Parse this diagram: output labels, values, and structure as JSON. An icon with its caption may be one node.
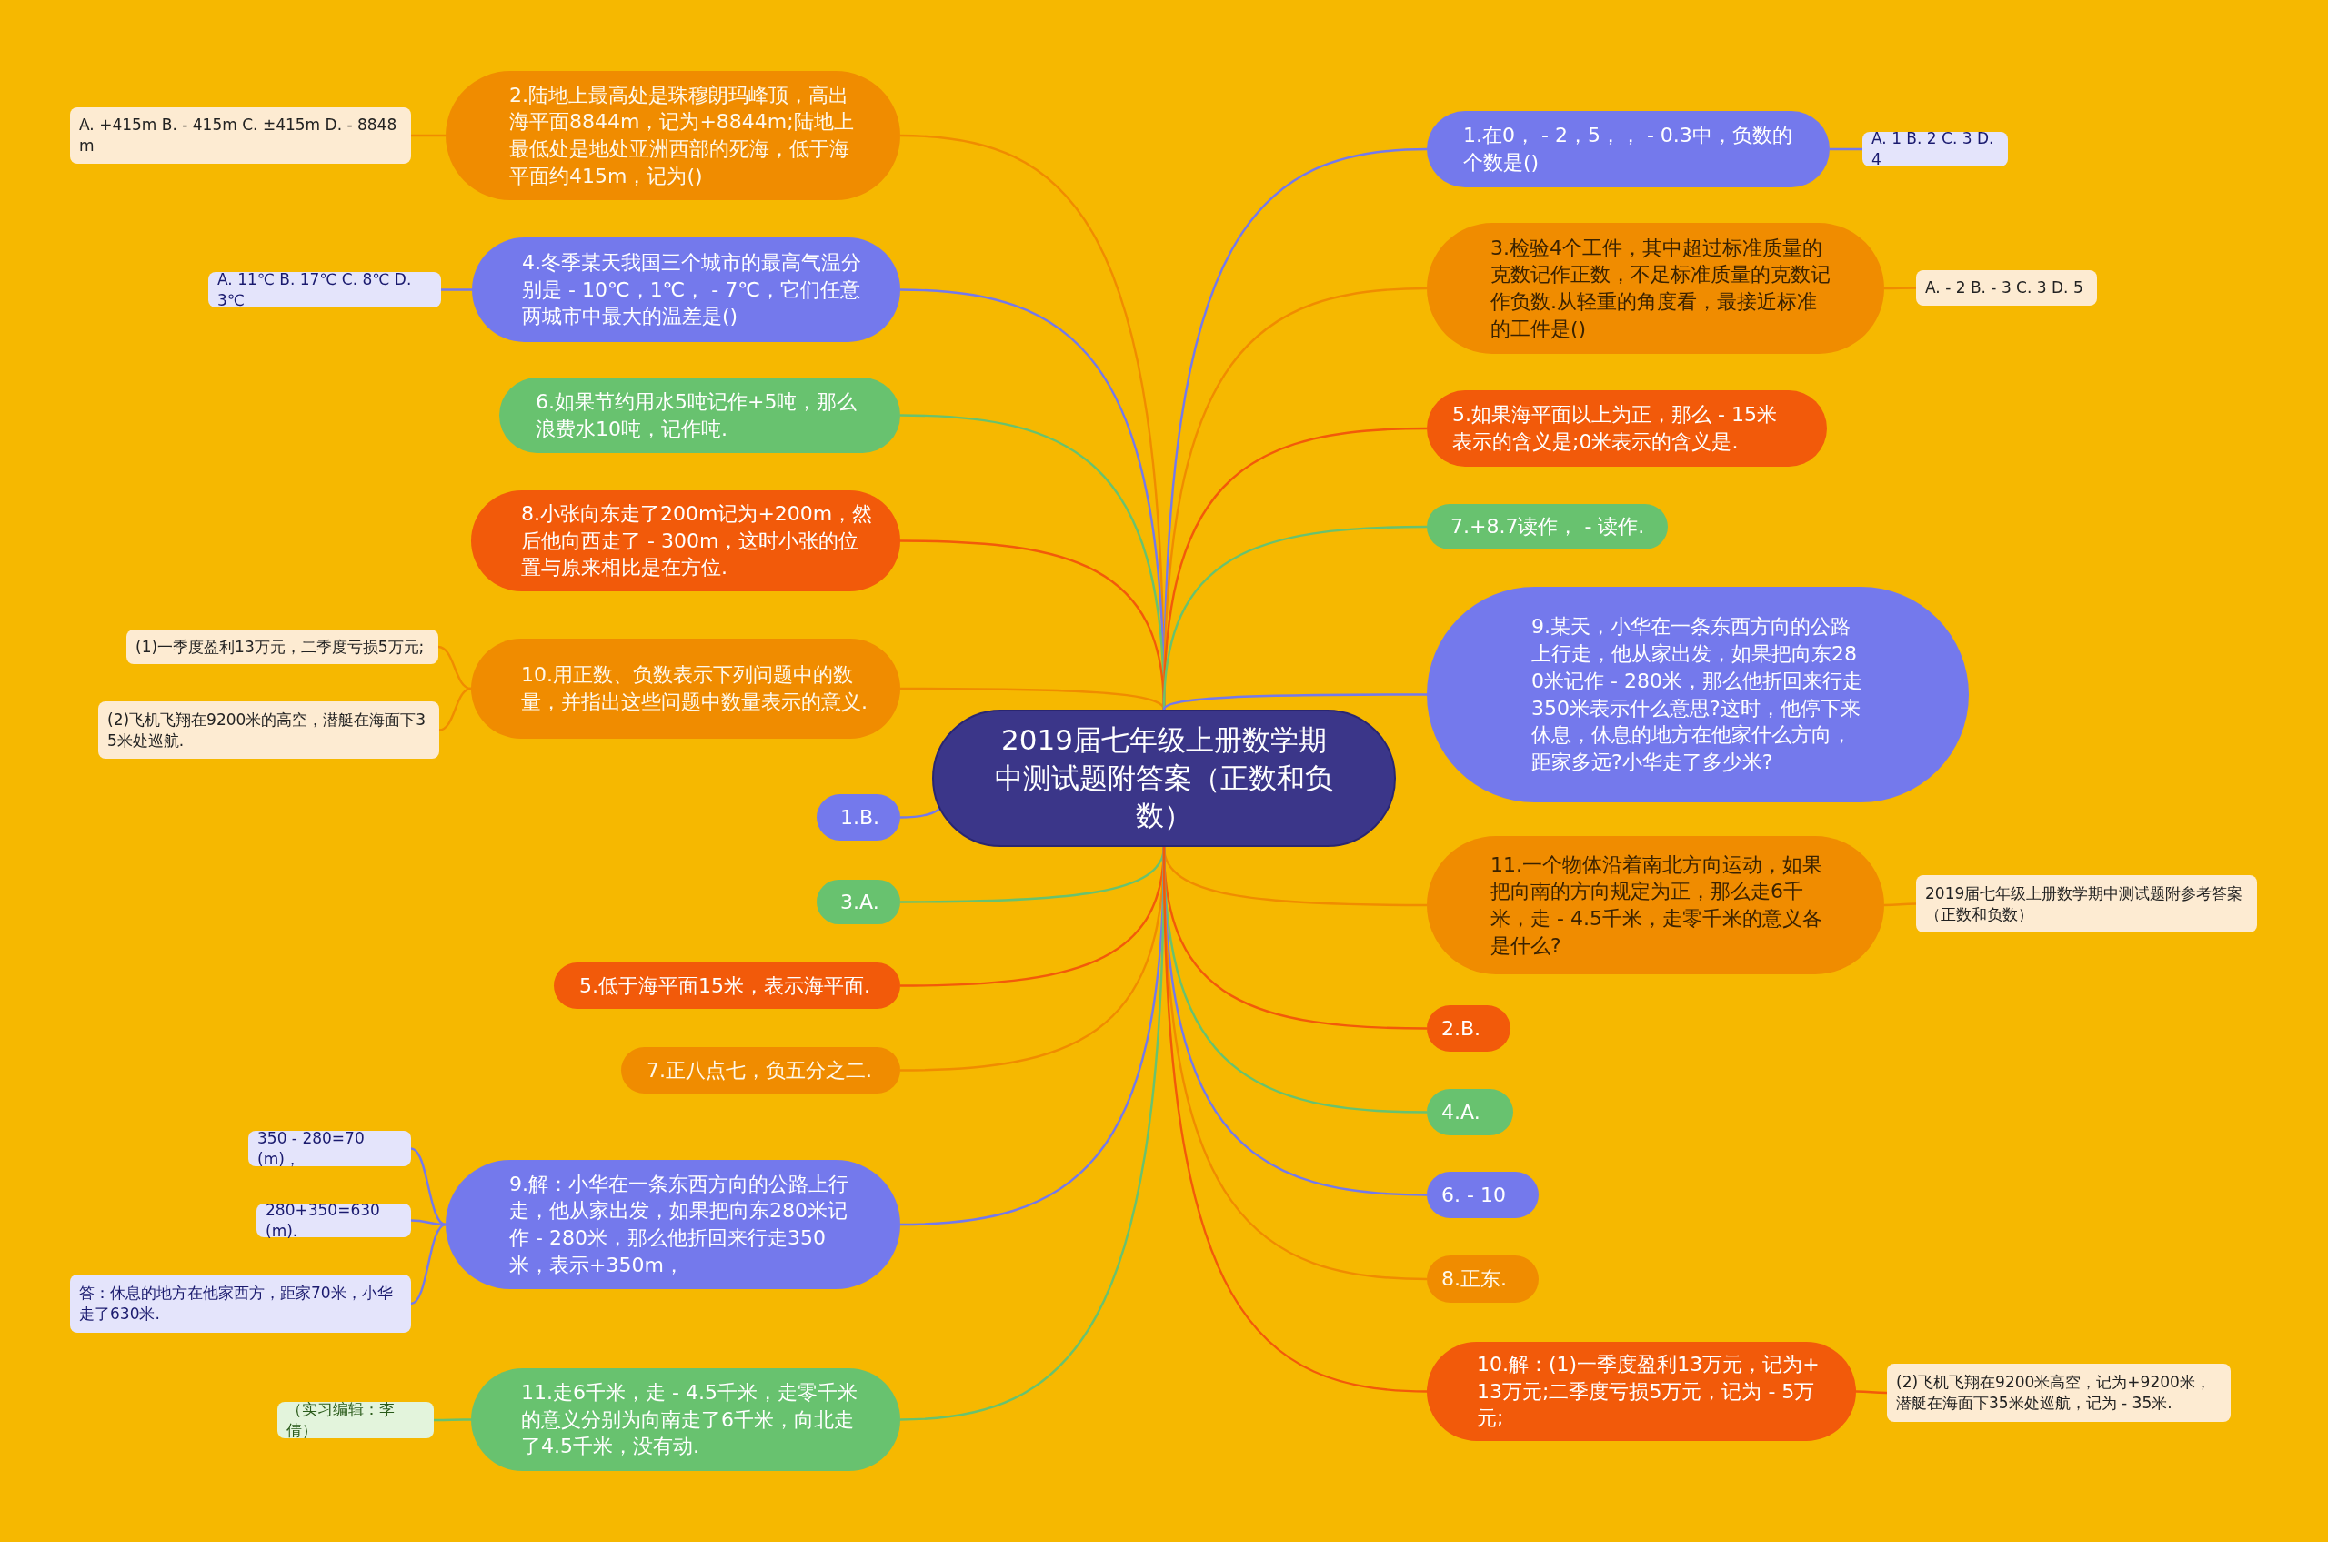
{
  "diagram": {
    "nodes": [
      {
        "text": [
          "2019届七年级上册数学期中测试题附答案（正数和负数）"
        ]
      },
      {
        "text": [
          "2.陆地上最高处是珠穆朗玛峰顶，高出海平面8844m，记为+8844m;陆地上最低处是地处亚洲西部的死海，低于海平面约415m，记为()"
        ]
      },
      {
        "text": [
          "A. +415m B.  - 415m C. ±415m D.  - 8848 m"
        ]
      },
      {
        "text": [
          "4.冬季某天我国三个城市的最高气温分别是 - 10℃，1℃，  - 7℃，它们任意两城市中最大的温差是()"
        ]
      },
      {
        "text": [
          "A. 11℃ B. 17℃ C. 8℃ D. 3℃"
        ]
      },
      {
        "text": [
          "6.如果节约用水5吨记作+5吨，那么浪费水10吨，记作吨."
        ]
      },
      {
        "text": [
          "8.小张向东走了200m记为+200m，然后他向西走了 - 300m，这时小张的位置与原来相比是在方位."
        ]
      },
      {
        "text": [
          "10.用正数、负数表示下列问题中的数量，并指出这些问题中数量表示的意义."
        ]
      },
      {
        "text": [
          "(1)一季度盈利13万元，二季度亏损5万元;"
        ]
      },
      {
        "text": [
          "(2)飞机飞翔在9200米的高空，潜艇在海面下35米处巡航."
        ]
      },
      {
        "text": [
          "1.B."
        ]
      },
      {
        "text": [
          "3.A."
        ]
      },
      {
        "text": [
          "5.低于海平面15米，表示海平面."
        ]
      },
      {
        "text": [
          "7.正八点七，负五分之二."
        ]
      },
      {
        "text": [
          "9.解：小华在一条东西方向的公路上行走，他从家出发，如果把向东280米记作 - 280米，那么他折回来行走350米，表示+350m，"
        ]
      },
      {
        "text": [
          "350 - 280=70(m)，"
        ]
      },
      {
        "text": [
          "280+350=630(m)."
        ]
      },
      {
        "text": [
          "答：休息的地方在他家西方，距家70米，小华走了630米."
        ]
      },
      {
        "text": [
          "11.走6千米，走 - 4.5千米，走零千米的意义分别为向南走了6千米，向北走了4.5千米，没有动."
        ]
      },
      {
        "text": [
          "（实习编辑：李倩）"
        ]
      },
      {
        "text": [
          "1.在0，  - 2，5，，  - 0.3中，负数的个数是()"
        ]
      },
      {
        "text": [
          "A. 1 B. 2 C. 3 D. 4"
        ]
      },
      {
        "text": [
          "3.检验4个工件，其中超过标准质量的克数记作正数，不足标准质量的克数记作负数.从轻重的角度看，最接近标准的工件是()"
        ]
      },
      {
        "text": [
          "A.  - 2 B.  - 3 C. 3 D. 5"
        ]
      },
      {
        "text": [
          "5.如果海平面以上为正，那么 - 15米表示的含义是;0米表示的含义是."
        ]
      },
      {
        "text": [
          "7.+8.7读作，  - 读作."
        ]
      },
      {
        "text": [
          "9.某天，小华在一条东西方向的公路上行走，他从家出发，如果把向东280米记作 - 280米，那么他折回来行走350米表示什么意思?这时，他停下来休息，休息的地方在他家什么方向，距家多远?小华走了多少米?"
        ]
      },
      {
        "text": [
          "11.一个物体沿着南北方向运动，如果把向南的方向规定为正，那么走6千米，走 - 4.5千米，走零千米的意义各是什么?"
        ]
      },
      {
        "text": [
          "2019届七年级上册数学期中测试题附参考答案（正数和负数）"
        ]
      },
      {
        "text": [
          "2.B."
        ]
      },
      {
        "text": [
          "4.A."
        ]
      },
      {
        "text": [
          "6. - 10"
        ]
      },
      {
        "text": [
          "8.正东."
        ]
      },
      {
        "text": [
          "10.解：(1)一季度盈利13万元，记为+13万元;二季度亏损5万元，记为 - 5万元;"
        ]
      },
      {
        "text": [
          "(2)飞机飞翔在9200米高空，记为+9200米，潜艇在海面下35米处巡航，记为 - 35米."
        ]
      }
    ],
    "edges": [
      {
        "from": 0,
        "to": 1,
        "arrow": "none",
        "color": "#f08c00"
      },
      {
        "from": 1,
        "to": 2,
        "arrow": "none",
        "color": "#f08c00"
      },
      {
        "from": 0,
        "to": 3,
        "arrow": "none",
        "color": "#7479ec"
      },
      {
        "from": 3,
        "to": 4,
        "arrow": "none",
        "color": "#7479ec"
      },
      {
        "from": 0,
        "to": 5,
        "arrow": "none",
        "color": "#68c26f"
      },
      {
        "from": 0,
        "to": 6,
        "arrow": "none",
        "color": "#f25a0a"
      },
      {
        "from": 0,
        "to": 7,
        "arrow": "none",
        "color": "#f08c00"
      },
      {
        "from": 7,
        "to": 8,
        "arrow": "none",
        "color": "#f08c00"
      },
      {
        "from": 7,
        "to": 9,
        "arrow": "none",
        "color": "#f08c00"
      },
      {
        "from": 0,
        "to": 10,
        "arrow": "none",
        "color": "#7479ec"
      },
      {
        "from": 0,
        "to": 11,
        "arrow": "none",
        "color": "#68c26f"
      },
      {
        "from": 0,
        "to": 12,
        "arrow": "none",
        "color": "#f25a0a"
      },
      {
        "from": 0,
        "to": 13,
        "arrow": "none",
        "color": "#f08c00"
      },
      {
        "from": 0,
        "to": 14,
        "arrow": "none",
        "color": "#7479ec"
      },
      {
        "from": 14,
        "to": 15,
        "arrow": "none",
        "color": "#7479ec"
      },
      {
        "from": 14,
        "to": 16,
        "arrow": "none",
        "color": "#7479ec"
      },
      {
        "from": 14,
        "to": 17,
        "arrow": "none",
        "color": "#7479ec"
      },
      {
        "from": 0,
        "to": 18,
        "arrow": "none",
        "color": "#68c26f"
      },
      {
        "from": 18,
        "to": 19,
        "arrow": "none",
        "color": "#68c26f"
      },
      {
        "from": 0,
        "to": 20,
        "arrow": "none",
        "color": "#7479ec"
      },
      {
        "from": 20,
        "to": 21,
        "arrow": "none",
        "color": "#7479ec"
      },
      {
        "from": 0,
        "to": 22,
        "arrow": "none",
        "color": "#f08c00"
      },
      {
        "from": 22,
        "to": 23,
        "arrow": "none",
        "color": "#f08c00"
      },
      {
        "from": 0,
        "to": 24,
        "arrow": "none",
        "color": "#f25a0a"
      },
      {
        "from": 0,
        "to": 25,
        "arrow": "none",
        "color": "#68c26f"
      },
      {
        "from": 0,
        "to": 26,
        "arrow": "none",
        "color": "#7479ec"
      },
      {
        "from": 0,
        "to": 27,
        "arrow": "none",
        "color": "#f08c00"
      },
      {
        "from": 27,
        "to": 28,
        "arrow": "none",
        "color": "#f08c00"
      },
      {
        "from": 0,
        "to": 29,
        "arrow": "none",
        "color": "#f25a0a"
      },
      {
        "from": 0,
        "to": 30,
        "arrow": "none",
        "color": "#68c26f"
      },
      {
        "from": 0,
        "to": 31,
        "arrow": "none",
        "color": "#7479ec"
      },
      {
        "from": 0,
        "to": 32,
        "arrow": "none",
        "color": "#f08c00"
      },
      {
        "from": 0,
        "to": 33,
        "arrow": "none",
        "color": "#f25a0a"
      },
      {
        "from": 33,
        "to": 34,
        "arrow": "none",
        "color": "#f25a0a"
      }
    ]
  }
}
